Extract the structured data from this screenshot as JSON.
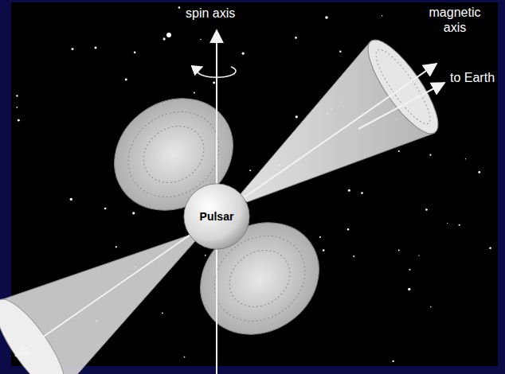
{
  "diagram": {
    "nodes": [
      {
        "text": [
          "Pulsar"
        ]
      }
    ],
    "labels": [
      "spin axis",
      "magnetic axis",
      "to Earth"
    ]
  }
}
